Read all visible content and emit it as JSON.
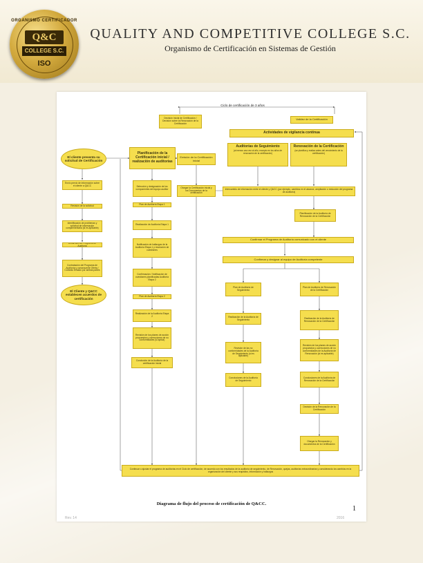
{
  "header": {
    "title": "QUALITY AND COMPETITIVE COLLEGE S.C.",
    "subtitle": "Organismo de Certificación en Sistemas de Gestión",
    "logo": {
      "top_text": "ORGANISMO CERTIFICADOR",
      "qc": "Q&C",
      "college": "COLLEGE S.C.",
      "iso": "ISO"
    }
  },
  "document": {
    "caption": "Diagrama de flujo del proceso de certificación de Q&CC.",
    "page_number": "1",
    "footer_left": "Rev. 14",
    "footer_right": "2016"
  },
  "diagram": {
    "cycle_label": "Ciclo de certificación de 3 años",
    "nodes": {
      "decision": "Decisión Inicial de Certificación / Decisión sobre la Renovación de la Certificación",
      "validity": "Validez de la Certificación",
      "surveillance": "Actividades de vigilancia continua",
      "client_request": "El cliente presenta su solicitud de Certificación",
      "planning": "Planificación de la Certificación inicial / realización de auditorías",
      "issue_cert": "Emisión de la Certificación inicial",
      "followup": "Auditorías de Seguimiento",
      "followup_note": "(al menos una vez al año, excepto en los años de renovación de la certificación)",
      "renewal": "Renovación de la Certificación",
      "renewal_note": "(se planifica y realiza antes del vencimiento de la certificación)",
      "send_info": "Envío previo de información sobre el cliente a Q&CC",
      "review_request": "Revisión de la solicitud",
      "identify_problems": "Identificación de problemas y solicitud de información complementaria (si es aplicable)",
      "develop_program": "Desarrollo del Programa de Auditoría",
      "contract": "Contratación del Programa de Auditoría y consecuente Oferta / Contrato firmado por ambas partes",
      "agreement": "El Cliente y Q&CC establecen acuerdos de certificación",
      "select_team": "Selección y designación de los componentes del equipo auditor",
      "stage1_plan": "Plan de Auditoría Etapa 1",
      "stage1_exec": "Realización de Auditoría Etapa 1",
      "stage1_findings": "Notificación de hallazgos de la Auditoría Etapa 1 y resolución de cuestiones",
      "stage1_report": "Confirmación / Notificación de cuestiones planificadas Auditoría Etapa 2",
      "stage2_plan": "Plan de Auditoría Etapa 2",
      "stage2_exec": "Realización de la Auditoría Etapa 2",
      "stage2_review": "Revisión de los planes de acción propuestos y correcciones de no conformidades (si aplica)",
      "stage2_decision": "Conclusión de la Auditoría de la certificación inicial",
      "maintain_cert": "Otorgar la Certificación inicial y los Documentos de la certificación",
      "surveillance_changes": "Intercambio de información entre el cliente y Q&CC (por ejemplo, cambios en el alcance, ampliación o reducción del programa de auditoría)",
      "renewal_planning": "Planificación de la Auditoría de Renovación de la Certificación",
      "confirm_program": "Confirmar el Programa de Auditoría comunicado con el cliente",
      "confirm_team": "Confirmar y designar al equipo de Auditoría competente",
      "followup_plan": "Plan de Auditoría de Seguimiento",
      "renewal_plan": "Plan de Auditoría de Renovación de la Certificación",
      "followup_exec": "Realización de la Auditoría de Seguimiento",
      "renewal_exec": "Realización de la Auditoría de Renovación de la Certificación",
      "followup_review": "Revisión de las no conformidades de la Auditoría de Seguimiento (si es aplicable)",
      "renewal_review": "Revisión de los planes de acción propuestos y correcciones de no conformidades de la Auditoría de Renovación (si es aplicable)",
      "followup_conclusion": "Conclusiones de la Auditoría de Seguimiento",
      "renewal_conclusion": "Conclusiones de la Auditoría de Renovación de la Certificación",
      "renewal_decision": "Decisión de la Renovación de la Certificación",
      "grant_renewal": "Otorgar la Renovación y documentos de la Certificación",
      "bottom": "Continuar o ajustar el programa de auditorías en el Ciclo de certificación, de acuerdo con los resultados de la auditoría de seguimiento, de Renovación, quejas, auditorías extraordinarias y considerando los cambios en la organización del cliente y sus requisitos, información y hallazgos"
    }
  }
}
